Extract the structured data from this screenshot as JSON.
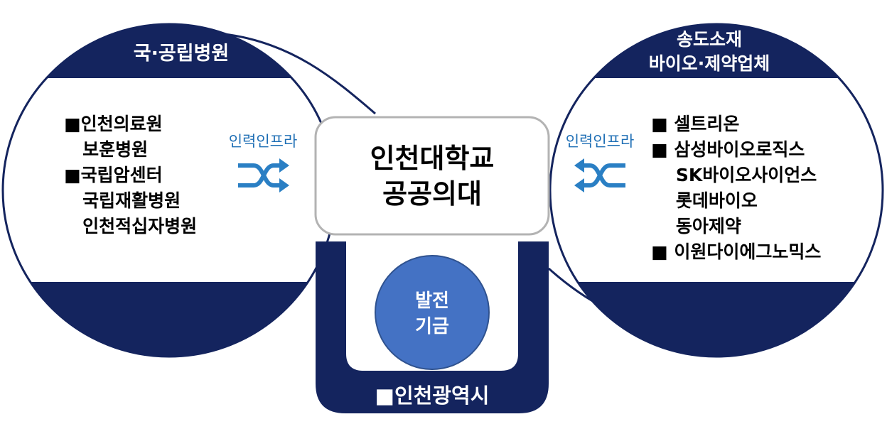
{
  "left_group": {
    "title": "국·공립병원",
    "items": [
      "■인천의료원",
      "   보훈병원",
      "■국립암센터",
      "   국립재활병원",
      "   인천적십자병원"
    ]
  },
  "right_group": {
    "title_line1": "송도소재",
    "title_line2": "바이오·제약업체",
    "items": [
      "■ 셀트리온",
      "■ 삼성바이오로직스",
      "    SK바이오사이언스",
      "    롯데바이오",
      "    동아제약",
      "■ 이원다이에그노믹스"
    ]
  },
  "center": {
    "title_line1": "인천대학교",
    "title_line2": "공공의대"
  },
  "links": {
    "left_label": "인력인프라",
    "right_label": "인력인프라"
  },
  "fund": {
    "line1": "발전",
    "line2": "기금"
  },
  "city": {
    "label": "■인천광역시"
  },
  "colors": {
    "navy": "#14245e",
    "fund_blue": "#4472c4",
    "arrow_blue": "#2a7fc4",
    "box_border": "#b3b3b3"
  }
}
